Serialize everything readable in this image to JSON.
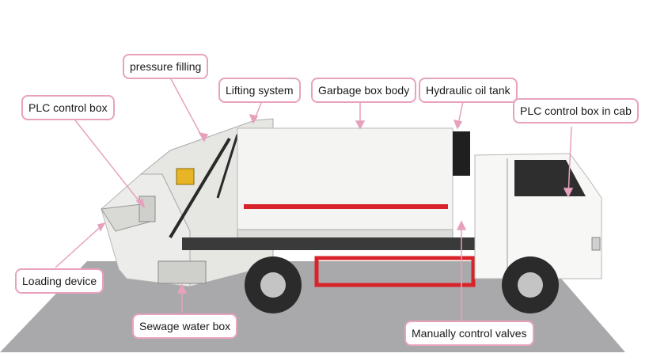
{
  "labels": {
    "pressure_filling": "pressure filling",
    "lifting_system": "Lifting system",
    "garbage_box_body": "Garbage box body",
    "hydraulic_oil_tank": "Hydraulic oil tank",
    "plc_control_box": "PLC control box",
    "plc_control_box_in_cab": "PLC control box in cab",
    "loading_device": "Loading device",
    "sewage_water_box": "Sewage water box",
    "manually_control_valves": "Manually control valves"
  },
  "colors": {
    "callout_border": "#e8a2be",
    "leader_line": "#e7a1bd",
    "ground": "#a9a9ab",
    "truck_body": "#f1f1ef",
    "stripe": "#d8232a",
    "cab_detail": "#1f1f1f",
    "tire": "#2b2b2b"
  }
}
